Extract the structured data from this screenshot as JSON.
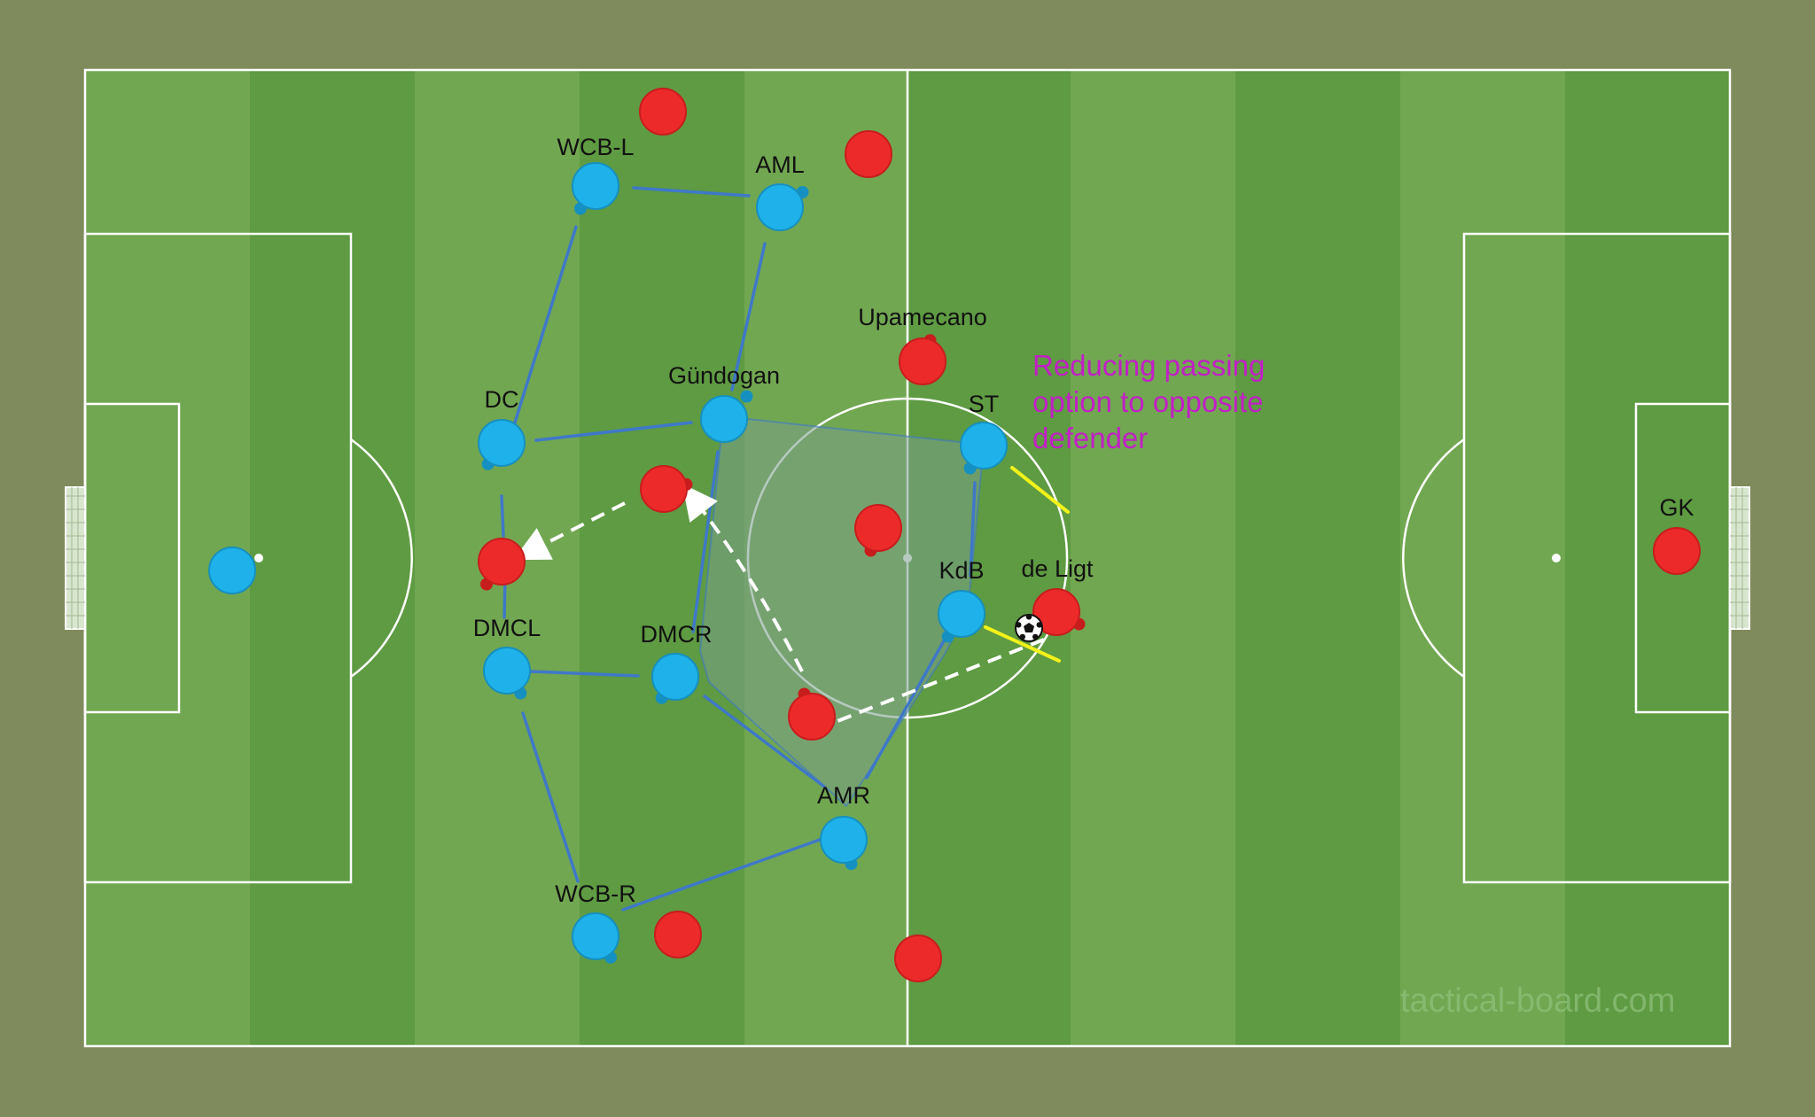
{
  "colors": {
    "background": "#7f8b5c",
    "stripe_light": "#71a751",
    "stripe_dark": "#5e9b42",
    "lines": "#ffffff",
    "team_blue": "#1fb2ea",
    "team_blue_dark": "#1590c0",
    "team_red": "#ed2a2a",
    "team_red_dark": "#c81d1d",
    "link_line": "#3f78c8",
    "zone_fill": "#7a9e8a",
    "pressing_line": "#f2f21a",
    "pass_arrow": "#ffffff",
    "annotation": "#c21fc6",
    "watermark": "#8fc07a"
  },
  "pitch": {
    "markings": "football pitch with halfway line, centre circle, penalty areas, goal areas, goals"
  },
  "players_blue": [
    {
      "id": "b_wcbl",
      "label": "WCB-L"
    },
    {
      "id": "b_aml",
      "label": "AML"
    },
    {
      "id": "b_gund",
      "label": "Gündogan"
    },
    {
      "id": "b_dc",
      "label": "DC"
    },
    {
      "id": "b_st",
      "label": "ST"
    },
    {
      "id": "b_kdb",
      "label": "KdB"
    },
    {
      "id": "b_dmcl",
      "label": "DMCL"
    },
    {
      "id": "b_dmcr",
      "label": "DMCR"
    },
    {
      "id": "b_amr",
      "label": "AMR"
    },
    {
      "id": "b_wcbr",
      "label": "WCB-R"
    },
    {
      "id": "b_gk",
      "label": ""
    }
  ],
  "players_red": [
    {
      "id": "r1",
      "label": ""
    },
    {
      "id": "r2",
      "label": ""
    },
    {
      "id": "r_upa",
      "label": "Upamecano"
    },
    {
      "id": "r4",
      "label": ""
    },
    {
      "id": "r5",
      "label": ""
    },
    {
      "id": "r6",
      "label": ""
    },
    {
      "id": "r_deligt",
      "label": "de Ligt"
    },
    {
      "id": "r8",
      "label": ""
    },
    {
      "id": "r9",
      "label": ""
    },
    {
      "id": "r10",
      "label": ""
    },
    {
      "id": "r_gk",
      "label": "GK"
    }
  ],
  "annotation": {
    "line1": "Reducing passing",
    "line2": "option to opposite",
    "line3": "defender"
  },
  "watermark": "tactical-board.com",
  "ball": "football-icon"
}
